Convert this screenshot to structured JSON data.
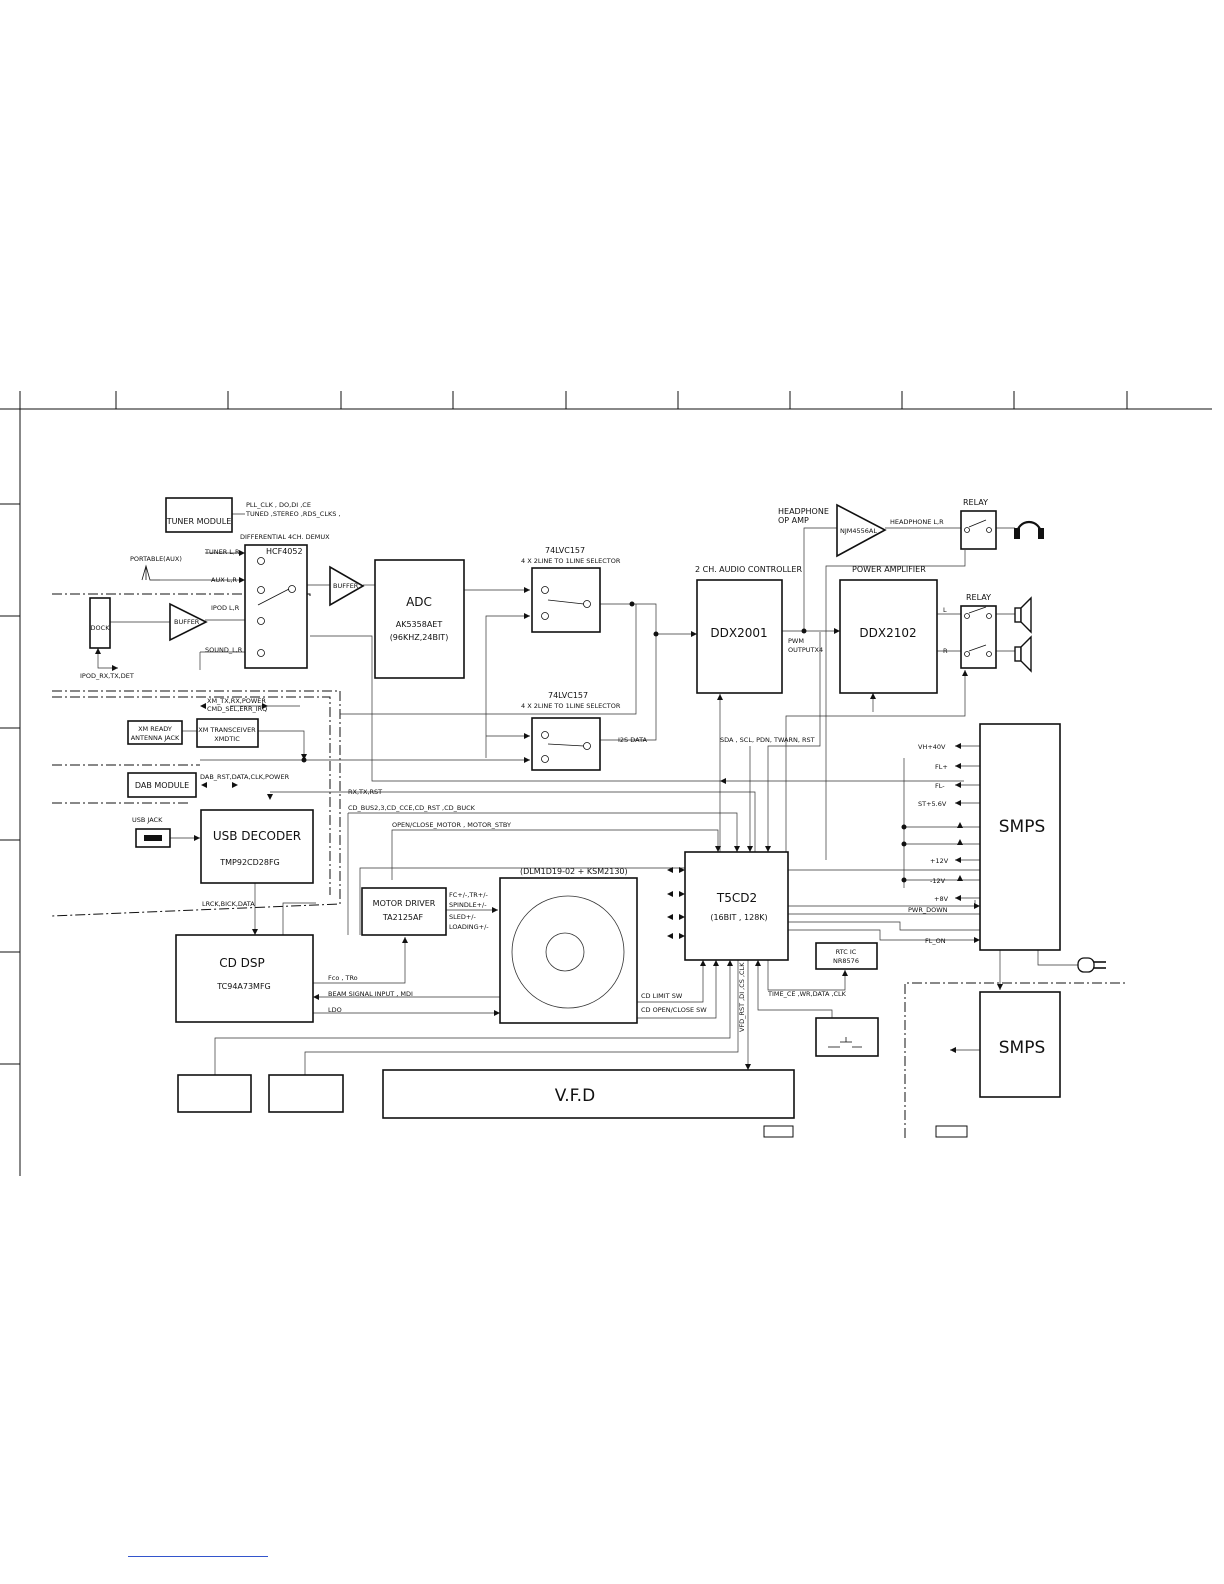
{
  "blocks": {
    "tuner_module": "TUNER MODULE",
    "hcf": "HCF4052",
    "buffer1": "BUFFER",
    "buffer2": "BUFFER",
    "dock": "DOCK",
    "adc_title": "ADC",
    "adc_part": "AK5358AET",
    "adc_spec": "(96KHZ,24BIT)",
    "sel1_part": "74LVC157",
    "sel1_desc": "4 X 2LINE TO 1LINE SELECTOR",
    "sel2_part": "74LVC157",
    "sel2_desc": "4 X 2LINE TO 1LINE SELECTOR",
    "ddx2001": "DDX2001",
    "ddx2001_title": "2 CH. AUDIO CONTROLLER",
    "ddx2102": "DDX2102",
    "ddx2102_title": "POWER AMPLIFIER",
    "hp_amp_title1": "HEADPHONE",
    "hp_amp_title2": "OP AMP",
    "hp_amp_part": "NJM4556AL",
    "relay1": "RELAY",
    "relay2": "RELAY",
    "xm_ready1": "XM READY",
    "xm_ready2": "ANTENNA JACK",
    "xm_trans1": "XM TRANSCEIVER",
    "xm_trans2": "XMDTIC",
    "dab": "DAB MODULE",
    "usb_jack": "USB JACK",
    "usb_decoder": "USB DECODER",
    "usb_part": "TMP92CD28FG",
    "cd_dsp": "CD DSP",
    "cd_dsp_part": "TC94A73MFG",
    "motor_driver": "MOTOR DRIVER",
    "motor_part": "TA2125AF",
    "mech": "(DLM1D19-02 + KSM2130)",
    "t5cd2": "T5CD2",
    "t5cd2_spec": "(16BIT , 128K)",
    "rtc1": "RTC IC",
    "rtc2": "NR8576",
    "smps1": "SMPS",
    "smps2": "SMPS",
    "vfd": "V.F.D"
  },
  "signals": {
    "pll": "PLL_CLK , DO,DI ,CE",
    "tuned": "TUNED ,STEREO ,RDS_CLKS ,",
    "diff": "DIFFERENTIAL 4CH. DEMUX",
    "tuner_lr": "TUNER L,R",
    "portable": "PORTABLE(AUX)",
    "aux_lr": "AUX L,R",
    "ipod_lr": "IPOD L,R",
    "sound_lr": "SOUND_L,R",
    "ipod_ctrl": "IPOD_RX,TX,DET",
    "hp_lr": "HEADPHONE L,R",
    "l": "L",
    "r": "R",
    "pwm1": "PWM",
    "pwm2": "OUTPUTX4",
    "xm_tx": "XM_TX,RX,POWER",
    "cmd_sel": "CMD_SEL,ERR_IRQ",
    "i2s": "I2S DATA",
    "sda": "SDA , SCL, PDN, TWARN, RST",
    "dab_rst": "DAB_RST,DATA,CLK,POWER",
    "rx_tx": "RX,TX,RST",
    "cd_bus": "CD_BUS2,3,CD_CCE,CD_RST ,CD_BUCK",
    "open_close": "OPEN/CLOSE_MOTOR , MOTOR_STBY",
    "fc": "FC+/-,TR+/-",
    "spindle": "SPINDLE+/-",
    "sled": "SLED+/-",
    "loading": "LOADING+/-",
    "lrck": "LRCK,BICK,DATA",
    "fco": "Fco , TRo",
    "beam": "BEAM SIGNAL INPUT , MDI",
    "ldo": "LDO",
    "cd_limit": "CD LIMIT SW",
    "cd_open": "CD OPEN/CLOSE SW",
    "vfd_bus": "VFD_RST ,DI ,CS ,CLK",
    "time_ce": "TIME_CE ,WR,DATA ,CLK",
    "vh40": "VH+40V",
    "fl_plus": "FL+",
    "fl_minus": "FL-",
    "st56": "ST+5.6V",
    "p12": "+12V",
    "m12": "-12V",
    "p8": "+8V",
    "pwr_down": "PWR_DOWN",
    "fl_on": "FL_ON"
  }
}
